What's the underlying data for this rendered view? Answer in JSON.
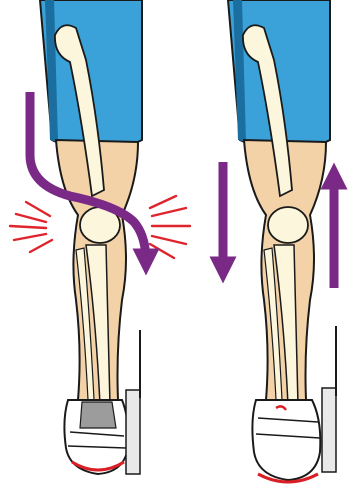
{
  "illustration": {
    "panels": [
      {
        "side": "left",
        "subject": "leg-with-knee-deviation",
        "motion": "curved-arrow-down-and-inward",
        "impact": "red-burst-lines"
      },
      {
        "side": "right",
        "subject": "aligned-leg",
        "motion": "straight-arrows-down-and-up"
      }
    ],
    "colors": {
      "shorts": "#3aa2d8",
      "shorts_dark": "#1b6fa0",
      "skin": "#f3d2a8",
      "bone": "#fbf6dc",
      "outline": "#1a1a1a",
      "arrow": "#7a2a86",
      "impact": "#e0242c",
      "shoe": "#ffffff",
      "shoe_heel": "#9c9c9c",
      "pedal": "#e9e9e9",
      "sole_accent": "#d91f26"
    }
  }
}
